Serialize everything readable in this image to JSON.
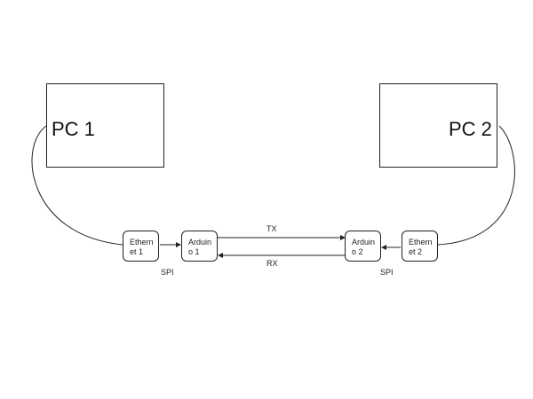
{
  "pc1": {
    "label": "PC 1"
  },
  "pc2": {
    "label": "PC 2"
  },
  "ethernet1": {
    "label": "Ethern\net 1"
  },
  "arduino1": {
    "label": "Arduin\no 1"
  },
  "arduino2": {
    "label": "Arduin\no 2"
  },
  "ethernet2": {
    "label": "Ethern\net 2"
  },
  "links": {
    "tx_label": "TX",
    "rx_label": "RX",
    "spi_left_label": "SPI",
    "spi_right_label": "SPI"
  },
  "colors": {
    "stroke": "#222222",
    "background": "#ffffff"
  }
}
